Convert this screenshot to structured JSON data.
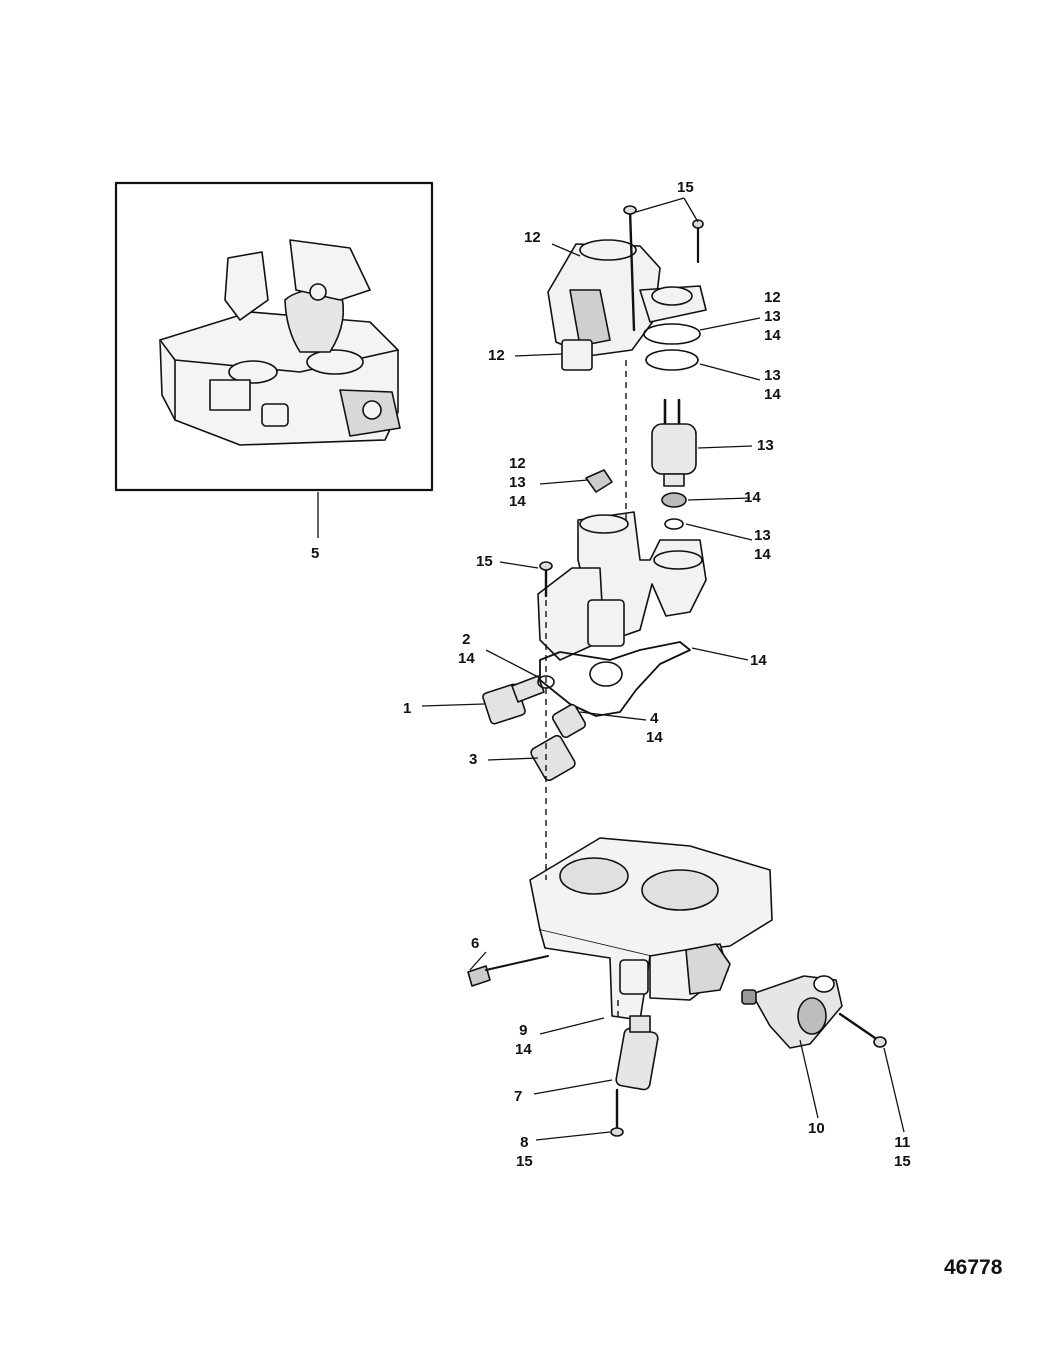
{
  "figure_number": "46778",
  "callouts": [
    {
      "id": "c5",
      "lines": [
        "5"
      ]
    },
    {
      "id": "c15a",
      "lines": [
        "15"
      ]
    },
    {
      "id": "c12a",
      "lines": [
        "12"
      ]
    },
    {
      "id": "c12b",
      "lines": [
        "12",
        "13",
        "14"
      ]
    },
    {
      "id": "c12c",
      "lines": [
        "12"
      ]
    },
    {
      "id": "c13a",
      "lines": [
        "13",
        "14"
      ]
    },
    {
      "id": "c13b",
      "lines": [
        "13"
      ]
    },
    {
      "id": "c12d",
      "lines": [
        "12",
        "13",
        "14"
      ]
    },
    {
      "id": "c14a",
      "lines": [
        "14"
      ]
    },
    {
      "id": "c13c",
      "lines": [
        "13",
        "14"
      ]
    },
    {
      "id": "c15b",
      "lines": [
        "15"
      ]
    },
    {
      "id": "c2",
      "lines": [
        "2",
        "14"
      ]
    },
    {
      "id": "c14b",
      "lines": [
        "14"
      ]
    },
    {
      "id": "c1",
      "lines": [
        "1"
      ]
    },
    {
      "id": "c4",
      "lines": [
        "4",
        "14"
      ]
    },
    {
      "id": "c3",
      "lines": [
        "3"
      ]
    },
    {
      "id": "c6",
      "lines": [
        "6"
      ]
    },
    {
      "id": "c9",
      "lines": [
        "9",
        "14"
      ]
    },
    {
      "id": "c7",
      "lines": [
        "7"
      ]
    },
    {
      "id": "c8",
      "lines": [
        "8",
        "15"
      ]
    },
    {
      "id": "c10",
      "lines": [
        "10"
      ]
    },
    {
      "id": "c11",
      "lines": [
        "11",
        "15"
      ]
    }
  ]
}
